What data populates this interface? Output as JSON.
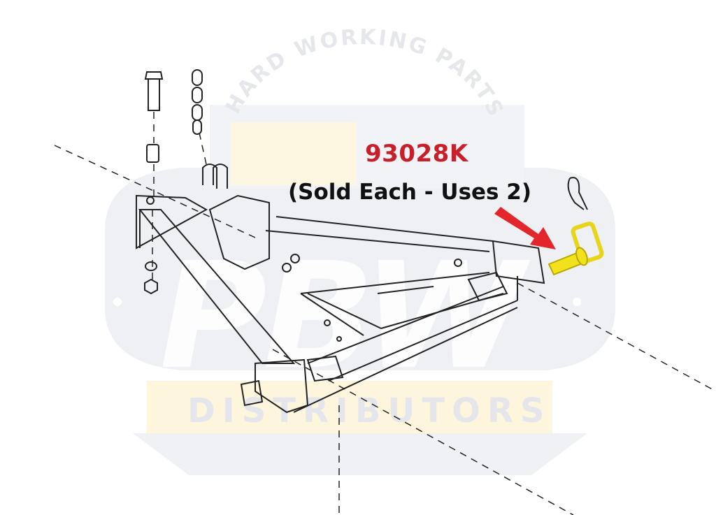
{
  "callout": {
    "part_number": "93028K",
    "note": "(Sold Each - Uses 2)"
  },
  "watermark": {
    "arc_text": "HARD WORKING PARTS",
    "brand": "PBW",
    "subtitle": "DISTRIBUTORS"
  },
  "colors": {
    "part_number": "#c8202a",
    "arrow": "#e3262b",
    "highlight_pin": "#f2e21c",
    "watermark_gray": "#eceef2",
    "watermark_yellow": "#fdf6dc"
  }
}
